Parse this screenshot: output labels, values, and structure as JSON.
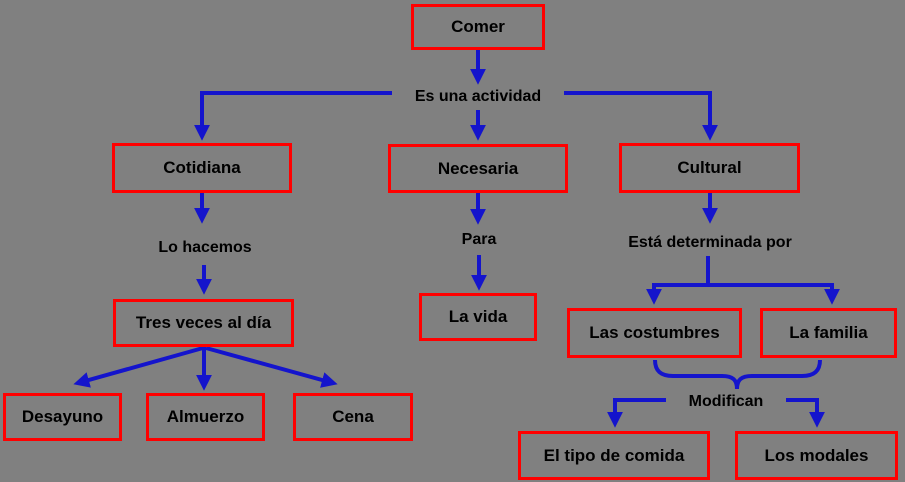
{
  "diagram": {
    "nodes": {
      "comer": {
        "label": "Comer"
      },
      "cotidiana": {
        "label": "Cotidiana"
      },
      "necesaria": {
        "label": "Necesaria"
      },
      "cultural": {
        "label": "Cultural"
      },
      "tres_veces": {
        "label": "Tres veces al día"
      },
      "desayuno": {
        "label": "Desayuno"
      },
      "almuerzo": {
        "label": "Almuerzo"
      },
      "cena": {
        "label": "Cena"
      },
      "la_vida": {
        "label": "La vida"
      },
      "las_costumbres": {
        "label": "Las costumbres"
      },
      "la_familia": {
        "label": "La familia"
      },
      "el_tipo_de_comida": {
        "label": "El tipo de comida"
      },
      "los_modales": {
        "label": "Los modales"
      }
    },
    "edge_labels": {
      "es_una_actividad": "Es una actividad",
      "lo_hacemos": "Lo hacemos",
      "para": "Para",
      "esta_determinada_por": "Está determinada por",
      "modifican": "Modifican"
    },
    "colors": {
      "background": "#808080",
      "box_border": "#ff0000",
      "connector": "#1414cc",
      "text": "#000000"
    }
  }
}
